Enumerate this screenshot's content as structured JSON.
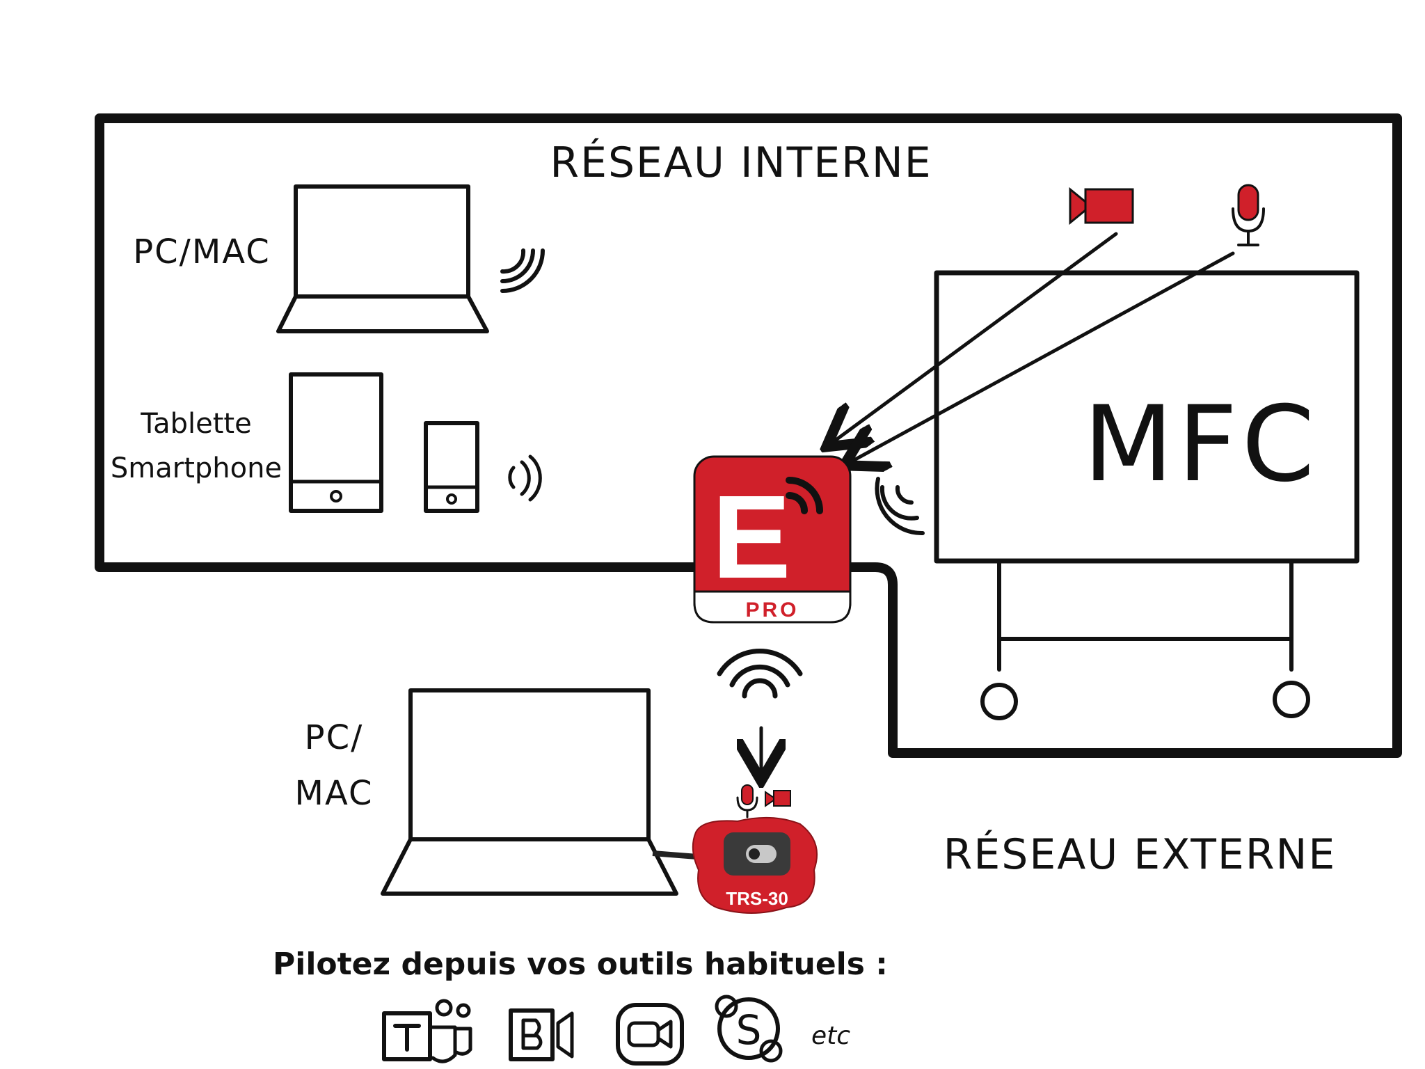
{
  "internal_network": {
    "label": "RÉSEAU INTERNE"
  },
  "external_network": {
    "label": "RÉSEAU EXTERNE"
  },
  "internal_devices": {
    "laptop_label": "PC/MAC",
    "tablet_label_line1": "Tablette",
    "tablet_label_line2": "Smartphone"
  },
  "display": {
    "label": "MFC"
  },
  "app_icon": {
    "badge": "PRO",
    "letter": "E",
    "icon": "ezcast-pro-app-icon"
  },
  "external_laptop": {
    "label_line1": "PC/",
    "label_line2": "MAC"
  },
  "dongle": {
    "label": "TRS-30"
  },
  "caption": {
    "text": "Pilotez depuis vos outils habituels :",
    "tools": [
      "teams-icon",
      "bluejeans-icon",
      "zoom-icon",
      "skype-icon"
    ],
    "etc": "etc"
  },
  "colors": {
    "accent": "#d0202a",
    "ink": "#111111"
  }
}
